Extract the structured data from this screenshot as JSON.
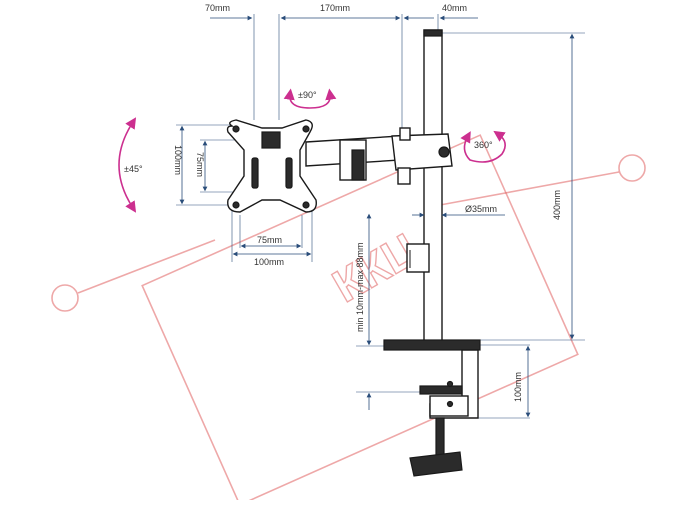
{
  "labels": {
    "top_left": "70mm",
    "top_mid": "170mm",
    "top_right": "40mm",
    "tilt": "±45°",
    "swivel": "±90°",
    "rotate": "360°",
    "vesa_outer_h": "100mm",
    "vesa_inner_h": "75mm",
    "vesa_inner_w": "75mm",
    "vesa_outer_w": "100mm",
    "pole_diameter": "Ø35mm",
    "pole_height": "400mm",
    "desk_thickness": "min 10mm-max 88mm",
    "clamp_height": "100mm"
  },
  "watermark": "ККЦ",
  "colors": {
    "rotation_arrows": "#cc2f8f",
    "dimension_lines": "#2a4d7a",
    "watermark": "#e06060"
  }
}
